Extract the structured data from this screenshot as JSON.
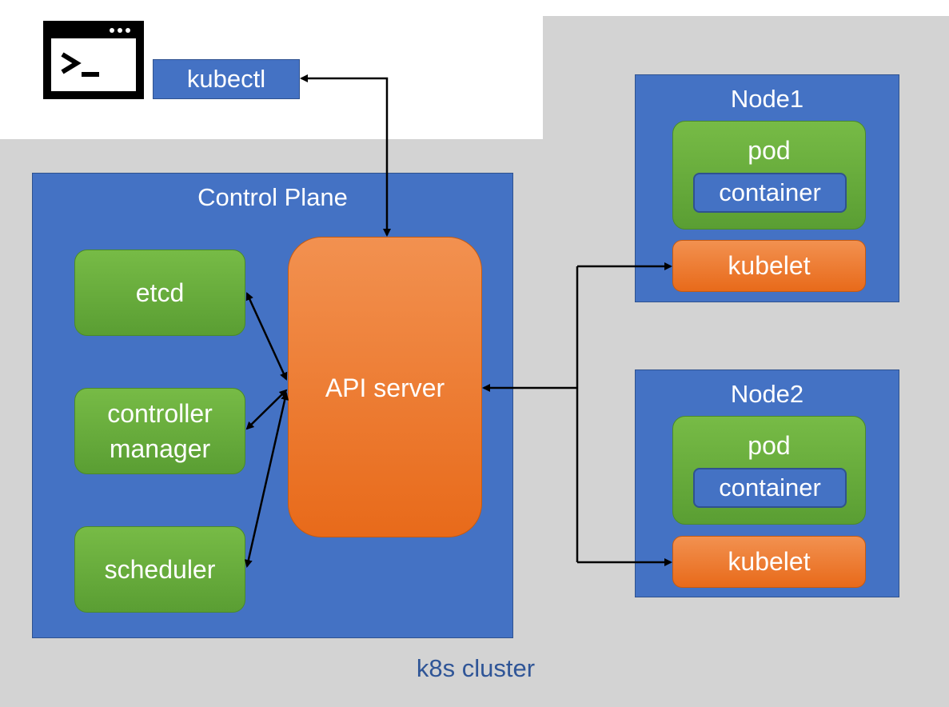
{
  "terminal": {
    "kubectl_label": "kubectl",
    "icon": "terminal-icon"
  },
  "cluster": {
    "label": "k8s cluster"
  },
  "control_plane": {
    "title": "Control Plane",
    "components": {
      "etcd": "etcd",
      "controller_manager": [
        "controller",
        "manager"
      ],
      "scheduler": "scheduler",
      "api_server": "API server"
    }
  },
  "nodes": [
    {
      "title": "Node1",
      "pod": "pod",
      "container": "container",
      "kubelet": "kubelet"
    },
    {
      "title": "Node2",
      "pod": "pod",
      "container": "container",
      "kubelet": "kubelet"
    }
  ],
  "colors": {
    "panel_blue": "#4472c4",
    "green": "#70ad47",
    "orange": "#ed7d31",
    "cluster_gray": "#d3d3d3",
    "label_blue": "#2f5597"
  }
}
